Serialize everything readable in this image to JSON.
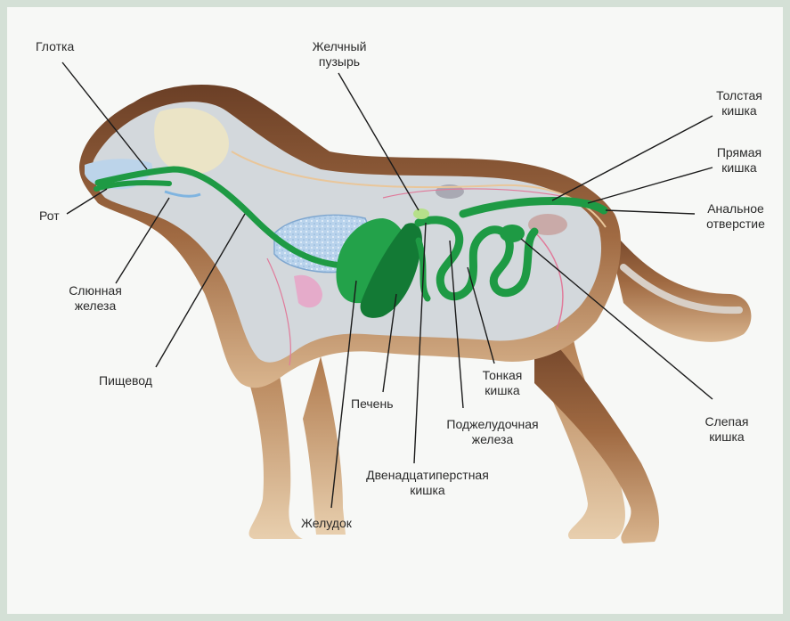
{
  "colors": {
    "background": "#f4f6f3",
    "border": "#cfdcd2",
    "fur": "#8b5a3a",
    "body_cavity": "#cfd4d8",
    "digestive_tract": "#1e9a44",
    "liver": "#137a35",
    "lung": "#a8c8e8",
    "kidney": "#c8a8a8",
    "leader_line": "#1a1a1a"
  },
  "labels": {
    "pharynx": "Глотка",
    "gallbladder_1": "Желчный",
    "gallbladder_2": "пузырь",
    "colon_1": "Толстая",
    "colon_2": "кишка",
    "rectum_1": "Прямая",
    "rectum_2": "кишка",
    "anus_1": "Анальное",
    "anus_2": "отверстие",
    "mouth": "Рот",
    "salivary_1": "Слюнная",
    "salivary_2": "железа",
    "esophagus": "Пищевод",
    "small_intestine_1": "Тонкая",
    "small_intestine_2": "кишка",
    "liver": "Печень",
    "pancreas_1": "Поджелудочная",
    "pancreas_2": "железа",
    "duodenum_1": "Двенадцатиперстная",
    "duodenum_2": "кишка",
    "cecum_1": "Слепая",
    "cecum_2": "кишка",
    "stomach": "Желудок"
  }
}
